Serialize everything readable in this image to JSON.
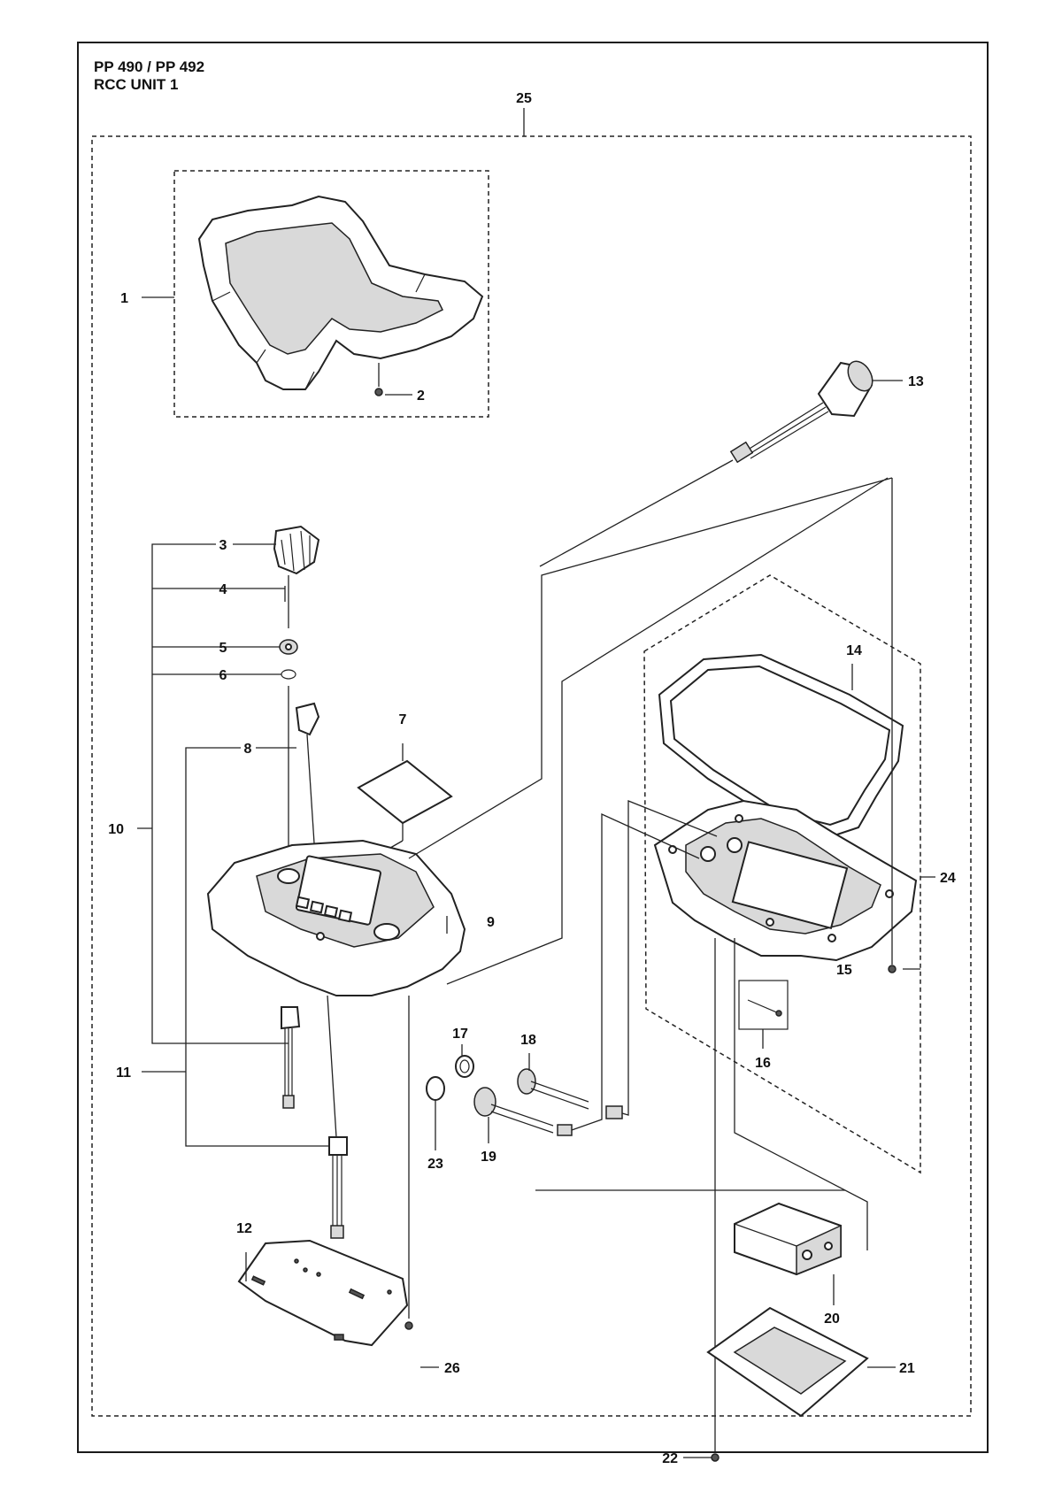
{
  "header": {
    "model": "PP 490 / PP 492",
    "assembly": "RCC UNIT 1"
  },
  "callouts": [
    "1",
    "2",
    "3",
    "4",
    "5",
    "6",
    "7",
    "8",
    "9",
    "10",
    "11",
    "12",
    "13",
    "14",
    "15",
    "16",
    "17",
    "18",
    "19",
    "20",
    "21",
    "22",
    "23",
    "24",
    "25",
    "26"
  ]
}
